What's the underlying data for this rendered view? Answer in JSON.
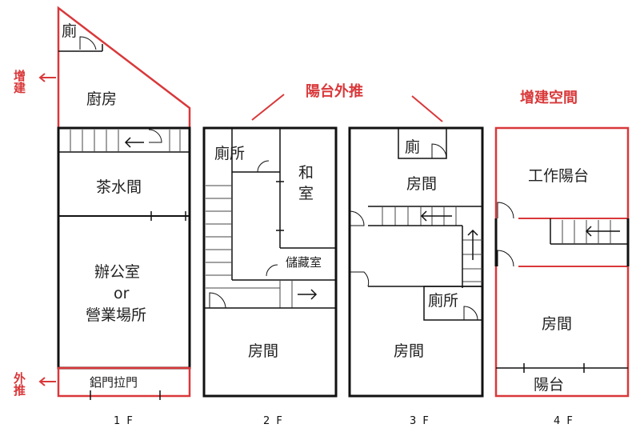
{
  "colors": {
    "wall": "#111111",
    "ext": "#d9383a",
    "stair": "#444444"
  },
  "annotations": {
    "extension_left": "增建",
    "pushout_left": "外推",
    "balcony_pushout": "陽台外推",
    "extension_space": "增建空間"
  },
  "floors": [
    {
      "label": "1 F",
      "rooms": {
        "toilet": "廁",
        "kitchen": "廚房",
        "tea_room": "茶水間",
        "office_1": "辦公室",
        "office_or": "or",
        "office_2": "營業場所",
        "rolling_door": "鋁門拉門"
      }
    },
    {
      "label": "2 F",
      "rooms": {
        "toilet": "廁所",
        "washitsu_1": "和",
        "washitsu_2": "室",
        "storage": "儲藏室",
        "bedroom": "房間"
      }
    },
    {
      "label": "3 F",
      "rooms": {
        "toilet_top": "廁",
        "bedroom_top": "房間",
        "toilet": "廁所",
        "bedroom": "房間"
      }
    },
    {
      "label": "4 F",
      "rooms": {
        "work_balcony": "工作陽台",
        "bedroom": "房間",
        "balcony": "陽台"
      }
    }
  ]
}
